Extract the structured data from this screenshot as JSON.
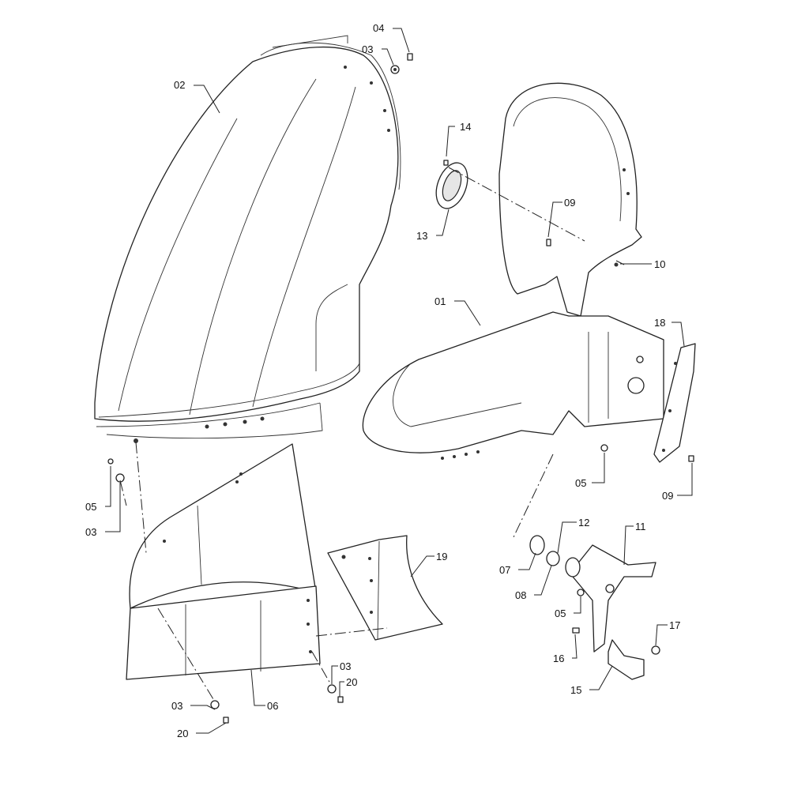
{
  "diagram": {
    "type": "exploded parts diagram",
    "callouts": [
      "04",
      "03",
      "02",
      "14",
      "09",
      "13",
      "10",
      "01",
      "18",
      "05",
      "03",
      "05",
      "09",
      "12",
      "11",
      "19",
      "07",
      "08",
      "05",
      "17",
      "16",
      "03",
      "20",
      "06",
      "15",
      "03",
      "20"
    ]
  }
}
